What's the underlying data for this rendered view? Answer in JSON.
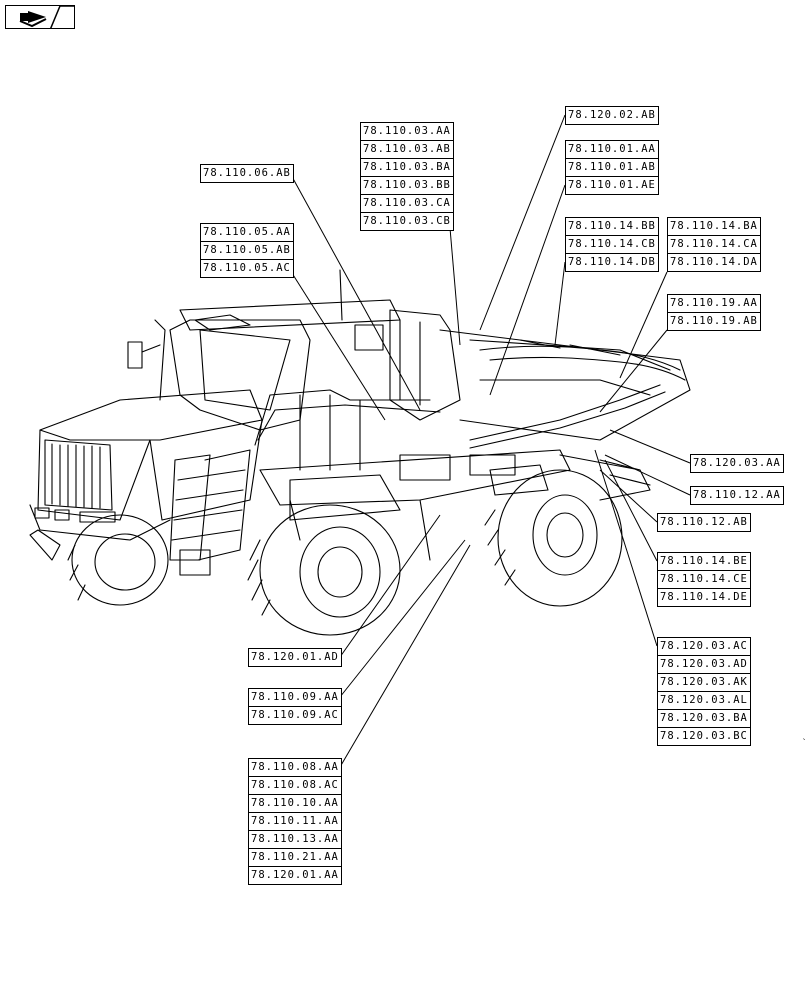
{
  "nav": {
    "icon": "forward-arrow-icon"
  },
  "refs": {
    "g_110_06": [
      "78.110.06.AB"
    ],
    "g_110_05": [
      "78.110.05.AA",
      "78.110.05.AB",
      "78.110.05.AC"
    ],
    "g_110_03": [
      "78.110.03.AA",
      "78.110.03.AB",
      "78.110.03.BA",
      "78.110.03.BB",
      "78.110.03.CA",
      "78.110.03.CB"
    ],
    "g_120_02": [
      "78.120.02.AB"
    ],
    "g_110_01": [
      "78.110.01.AA",
      "78.110.01.AB",
      "78.110.01.AE"
    ],
    "g_110_14a": [
      "78.110.14.BB",
      "78.110.14.CB",
      "78.110.14.DB"
    ],
    "g_110_14b": [
      "78.110.14.BA",
      "78.110.14.CA",
      "78.110.14.DA"
    ],
    "g_110_19": [
      "78.110.19.AA",
      "78.110.19.AB"
    ],
    "g_120_03a": [
      "78.120.03.AA"
    ],
    "g_110_12aa": [
      "78.110.12.AA"
    ],
    "g_110_12ab": [
      "78.110.12.AB"
    ],
    "g_110_14c": [
      "78.110.14.BE",
      "78.110.14.CE",
      "78.110.14.DE"
    ],
    "g_120_03b": [
      "78.120.03.AC",
      "78.120.03.AD",
      "78.120.03.AK",
      "78.120.03.AL",
      "78.120.03.BA",
      "78.120.03.BC"
    ],
    "g_120_01ad": [
      "78.120.01.AD"
    ],
    "g_110_09": [
      "78.110.09.AA",
      "78.110.09.AC"
    ],
    "g_110_08": [
      "78.110.08.AA",
      "78.110.08.AC",
      "78.110.10.AA",
      "78.110.11.AA",
      "78.110.13.AA",
      "78.110.21.AA",
      "78.120.01.AA"
    ]
  }
}
